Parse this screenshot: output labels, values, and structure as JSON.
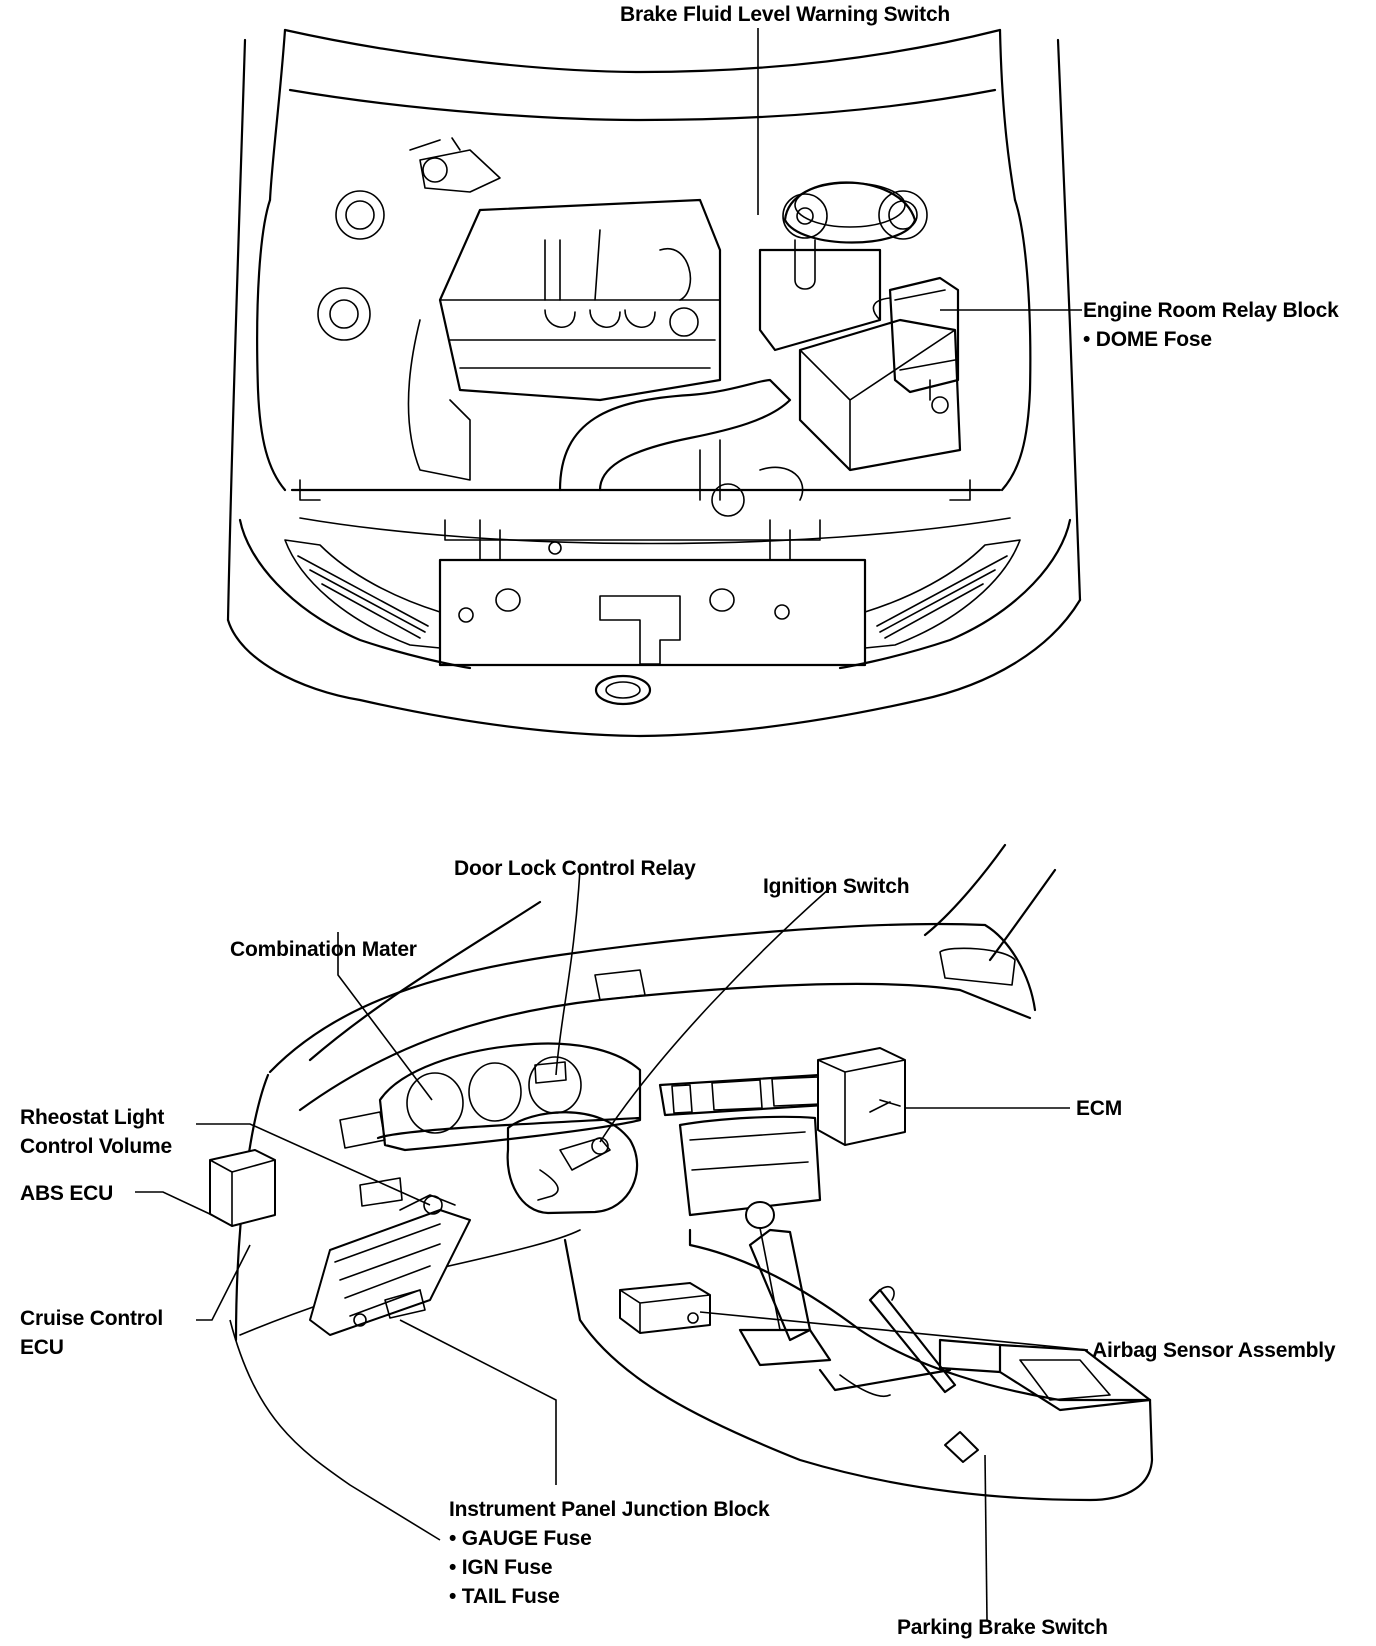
{
  "engine_room": {
    "brake_fluid_label": "Brake Fluid Level Warning Switch",
    "relay_block_label": "Engine Room Relay Block",
    "dome_fuse_label": "• DOME Fose"
  },
  "interior": {
    "door_lock_label": "Door Lock Control Relay",
    "ignition_label": "Ignition Switch",
    "combination_meter_label": "Combination Mater",
    "rheostat_line1": "Rheostat Light",
    "rheostat_line2": "Control Volume",
    "abs_ecu_label": "ABS ECU",
    "cruise_line1": "Cruise Control",
    "cruise_line2": "ECU",
    "ecm_label": "ECM",
    "airbag_label": "Airbag Sensor Assembly",
    "junction_block_label": "Instrument Panel Junction Block",
    "gauge_fuse_label": "• GAUGE Fuse",
    "ign_fuse_label": "• IGN Fuse",
    "tail_fuse_label": "• TAIL Fuse",
    "parking_brake_label": "Parking Brake Switch"
  }
}
